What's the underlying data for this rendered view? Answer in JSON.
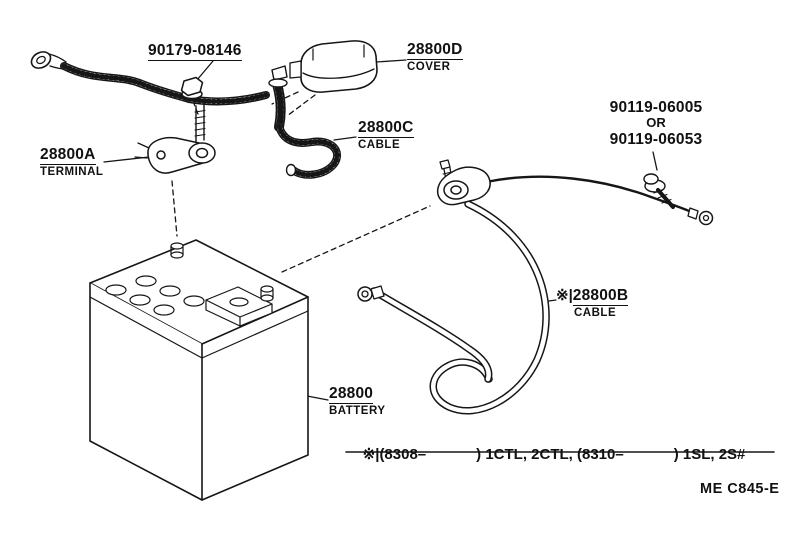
{
  "diagram": {
    "labels": {
      "nut": {
        "part": "90179-08146"
      },
      "cover": {
        "part": "28800D",
        "name": "COVER"
      },
      "cable_c": {
        "part": "28800C",
        "name": "CABLE"
      },
      "bolt": {
        "line1": "90119-06005",
        "line2": "OR",
        "line3": "90119-06053"
      },
      "terminal": {
        "part": "28800A",
        "name": "TERMINAL"
      },
      "cable_b": {
        "marker": "※|",
        "part": "28800B",
        "name": "CABLE"
      },
      "battery": {
        "part": "28800",
        "name": "BATTERY"
      }
    },
    "footnote": {
      "marker": "※|",
      "text": "(8308–            ) 1CTL, 2CTL, (8310–            ) 1SL, 2S#"
    },
    "doc_code": "ME C845-E",
    "colors": {
      "line": "#111111",
      "background": "#ffffff"
    }
  }
}
